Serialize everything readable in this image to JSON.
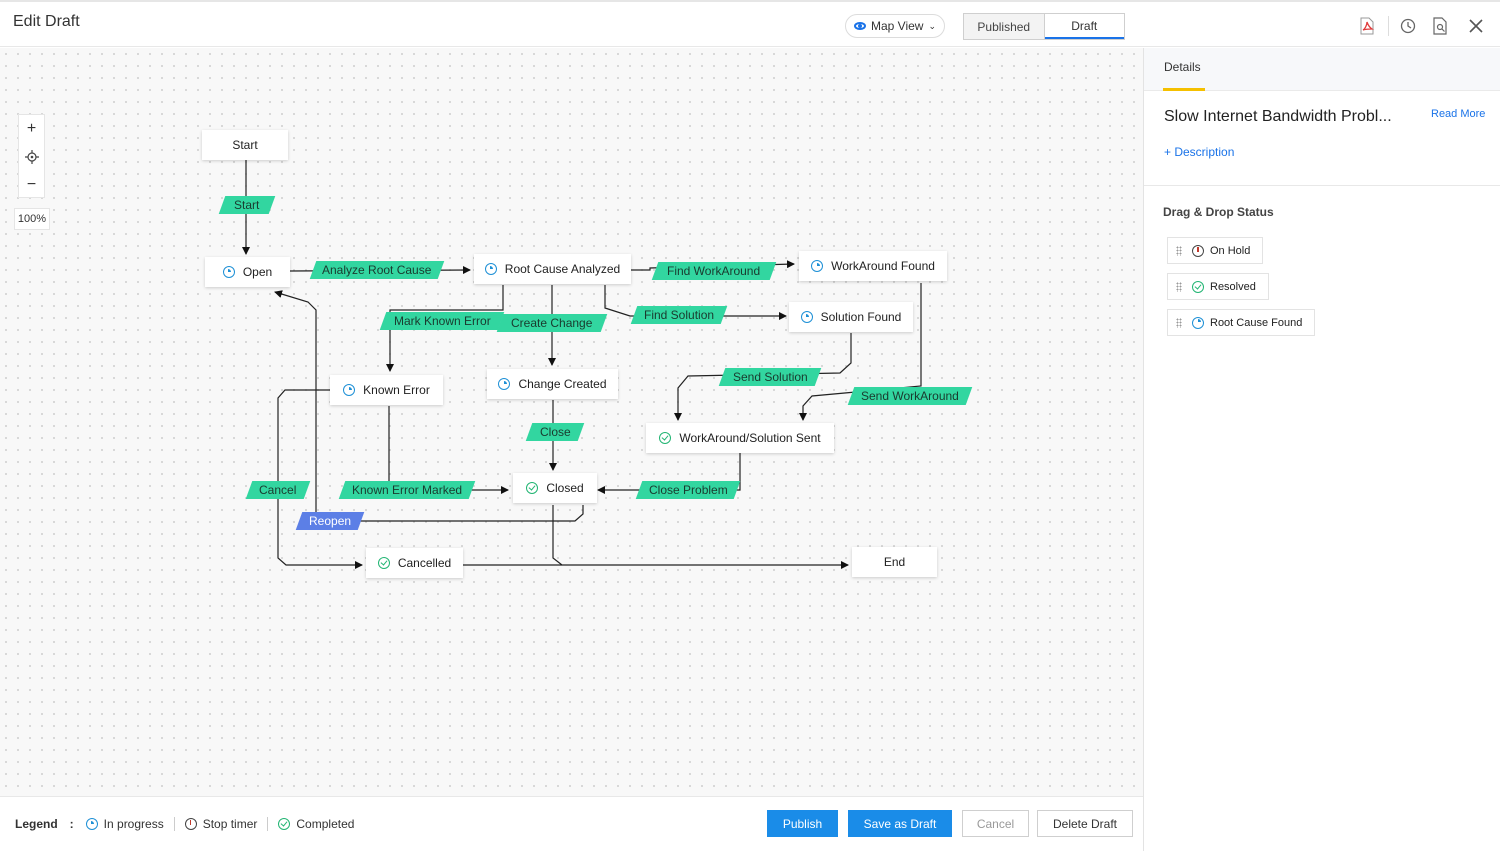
{
  "header": {
    "title": "Edit Draft",
    "map_view_label": "Map View",
    "toggle": {
      "published": "Published",
      "draft": "Draft"
    },
    "icons": [
      "pdf-icon",
      "history-icon",
      "preview-icon",
      "close-icon"
    ]
  },
  "canvas": {
    "zoom_in": "+",
    "zoom_out": "−",
    "zoom_level": "100%",
    "nodes": {
      "start": "Start",
      "open": "Open",
      "root_cause_analyzed": "Root Cause Analyzed",
      "workaround_found": "WorkAround Found",
      "solution_found": "Solution Found",
      "known_error": "Known Error",
      "change_created": "Change Created",
      "workaround_solution_sent": "WorkAround/Solution Sent",
      "closed": "Closed",
      "cancelled": "Cancelled",
      "end": "End"
    },
    "transitions": {
      "start": "Start",
      "analyze_root_cause": "Analyze Root Cause",
      "find_workaround": "Find WorkAround",
      "mark_known_error": "Mark Known Error",
      "create_change": "Create Change",
      "find_solution": "Find Solution",
      "send_solution": "Send Solution",
      "send_workaround": "Send WorkAround",
      "close": "Close",
      "cancel": "Cancel",
      "known_error_marked": "Known Error Marked",
      "close_problem": "Close Problem",
      "reopen": "Reopen"
    }
  },
  "legend": {
    "label": "Legend",
    "colon": ":",
    "in_progress": "In progress",
    "stop_timer": "Stop timer",
    "completed": "Completed"
  },
  "actions": {
    "publish": "Publish",
    "save_draft": "Save as Draft",
    "cancel": "Cancel",
    "delete_draft": "Delete Draft"
  },
  "panel": {
    "tab": "Details",
    "title": "Slow Internet Bandwidth Probl...",
    "read_more": "Read More",
    "add_description": "+ Description",
    "drag_drop_title": "Drag & Drop Status",
    "statuses": [
      "On Hold",
      "Resolved",
      "Root Cause Found"
    ]
  },
  "colors": {
    "transition": "#32d6a0",
    "reopen": "#5c7fe6",
    "primary": "#1a8ce8",
    "accent_underline": "#f5c000"
  }
}
